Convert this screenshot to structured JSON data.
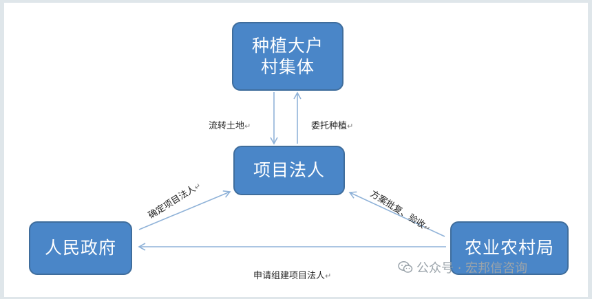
{
  "nodes": {
    "top": {
      "line1": "种植大户",
      "line2": "村集体"
    },
    "mid": {
      "label": "项目法人"
    },
    "left": {
      "label": "人民政府"
    },
    "right": {
      "label": "农业农村局"
    }
  },
  "edges": {
    "flow_land": "流转土地",
    "entrust_planting": "委托种植",
    "confirm_legal_person": "确定项目法人",
    "approve_accept": "方案批复、验收",
    "apply_legal_person": "申请组建项目法人"
  },
  "paragraph_mark": "↵",
  "watermark": {
    "text": "公众号 · 宏邦信咨询",
    "icon": "wechat-icon"
  },
  "colors": {
    "node_fill": "#4a86c8",
    "node_border": "#3f6d9c",
    "arrow": "#8fb2d8"
  }
}
